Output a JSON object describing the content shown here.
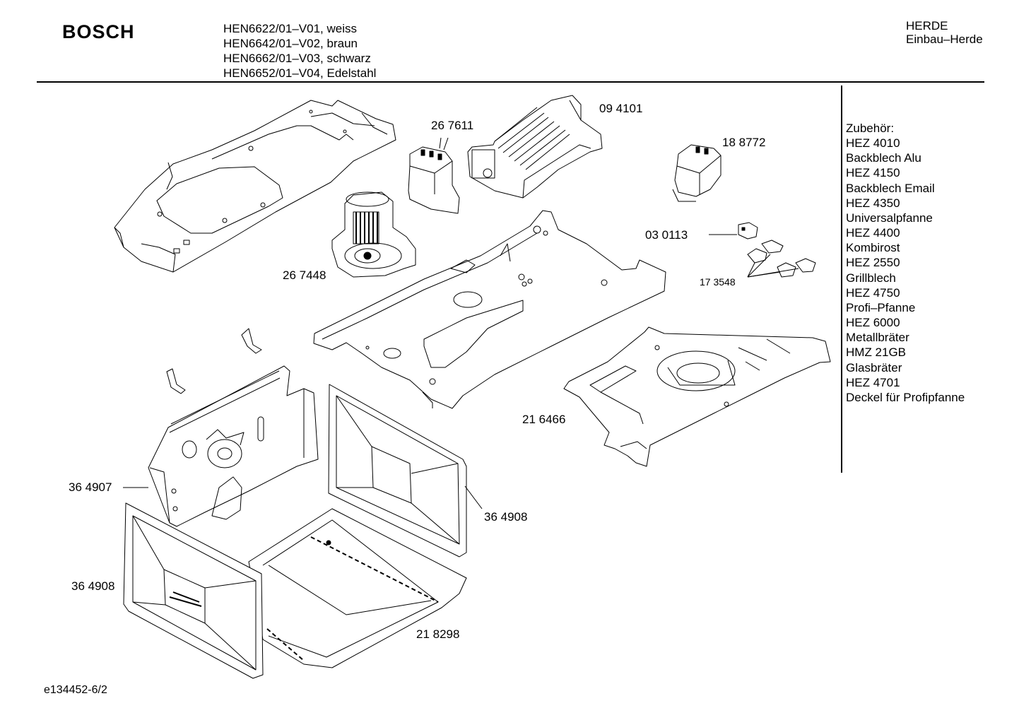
{
  "header": {
    "brand": "BOSCH",
    "models": [
      "HEN6622/01–V01, weiss",
      "HEN6642/01–V02, braun",
      "HEN6662/01–V03, schwarz",
      "HEN6652/01–V04, Edelstahl"
    ],
    "category": [
      "HERDE",
      "Einbau–Herde"
    ]
  },
  "accessories": {
    "title": "Zubehör:",
    "items": [
      "HEZ 4010",
      "Backblech Alu",
      "HEZ 4150",
      "Backblech Email",
      "HEZ 4350",
      "Universalpfanne",
      "HEZ 4400",
      "Kombirost",
      "HEZ 2550",
      "Grillblech",
      "HEZ 4750",
      "Profi–Pfanne",
      "HEZ 6000",
      "Metallbräter",
      "HMZ 21GB",
      "Glasbräter",
      "HEZ 4701",
      "Deckel für Profipfanne"
    ]
  },
  "parts": {
    "p094101": "09 4101",
    "p267611": "26 7611",
    "p188772": "18 8772",
    "p030113": "03  0113",
    "p173548": "17 3548",
    "p267448": "26 7448",
    "p216466": "21 6466",
    "p364907": "36 4907",
    "p364908a": "36 4908",
    "p364908b": "36 4908",
    "p218298": "21 8298"
  },
  "footer": {
    "drawing_id": "e134452-6/2"
  }
}
